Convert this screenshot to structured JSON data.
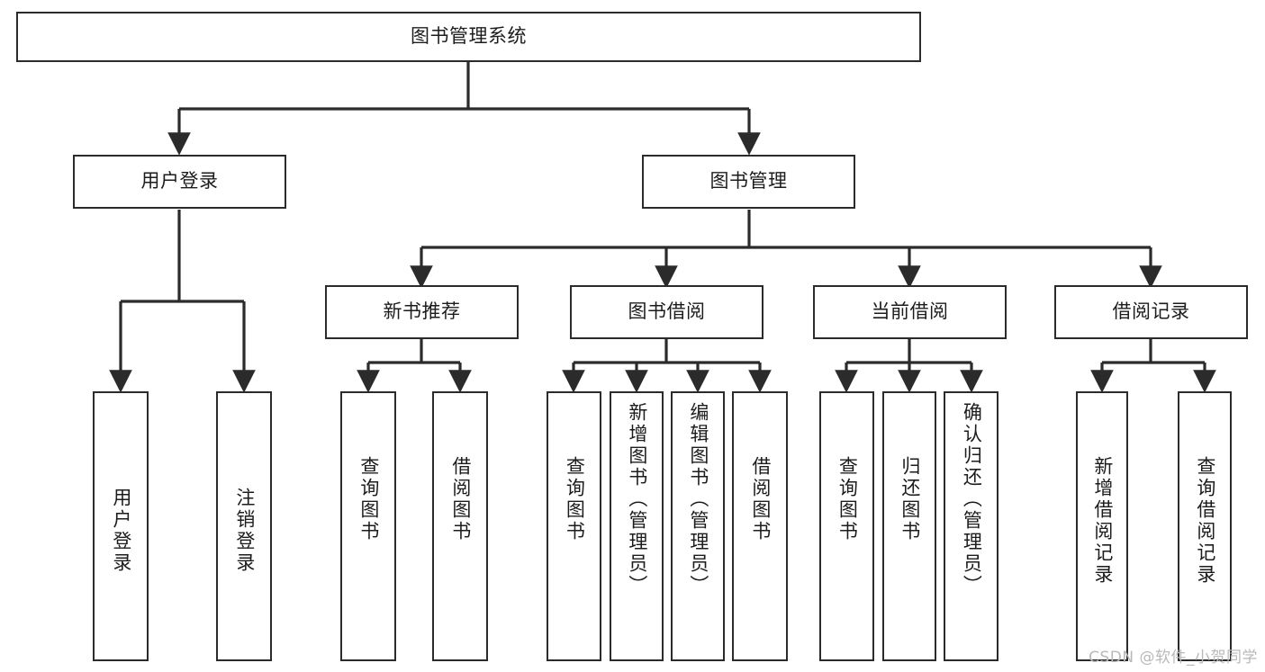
{
  "diagram": {
    "type": "tree-hierarchy",
    "title": "图书管理系统",
    "root": {
      "label": "图书管理系统"
    },
    "tier2": [
      {
        "id": "user-login",
        "label": "用户登录"
      },
      {
        "id": "book-management",
        "label": "图书管理"
      }
    ],
    "tier3": [
      {
        "id": "new-book-recommend",
        "label": "新书推荐",
        "parent": "book-management"
      },
      {
        "id": "book-borrow",
        "label": "图书借阅",
        "parent": "book-management"
      },
      {
        "id": "current-borrow",
        "label": "当前借阅",
        "parent": "book-management"
      },
      {
        "id": "borrow-record",
        "label": "借阅记录",
        "parent": "book-management"
      }
    ],
    "leaves": [
      {
        "id": "leaf-user-login",
        "label": "用户登录",
        "parent": "user-login"
      },
      {
        "id": "leaf-logout",
        "label": "注销登录",
        "parent": "user-login"
      },
      {
        "id": "leaf-query-book-1",
        "label": "查询图书",
        "parent": "new-book-recommend"
      },
      {
        "id": "leaf-borrow-book-1",
        "label": "借阅图书",
        "parent": "new-book-recommend"
      },
      {
        "id": "leaf-query-book-2",
        "label": "查询图书",
        "parent": "book-borrow"
      },
      {
        "id": "leaf-add-book",
        "label": "新增图书（管理员）",
        "parent": "book-borrow"
      },
      {
        "id": "leaf-edit-book",
        "label": "编辑图书（管理员）",
        "parent": "book-borrow"
      },
      {
        "id": "leaf-borrow-book-2",
        "label": "借阅图书",
        "parent": "book-borrow"
      },
      {
        "id": "leaf-query-book-3",
        "label": "查询图书",
        "parent": "current-borrow"
      },
      {
        "id": "leaf-return-book",
        "label": "归还图书",
        "parent": "current-borrow"
      },
      {
        "id": "leaf-confirm-return",
        "label": "确认归还（管理员）",
        "parent": "current-borrow"
      },
      {
        "id": "leaf-add-record",
        "label": "新增借阅记录",
        "parent": "borrow-record"
      },
      {
        "id": "leaf-query-record",
        "label": "查询借阅记录",
        "parent": "borrow-record"
      }
    ],
    "watermark": "CSDN @软件_小贺同学",
    "colors": {
      "border": "#2b2b2b",
      "text": "#1c1c1c",
      "background": "#ffffff",
      "watermark": "#b9b9b9"
    }
  }
}
